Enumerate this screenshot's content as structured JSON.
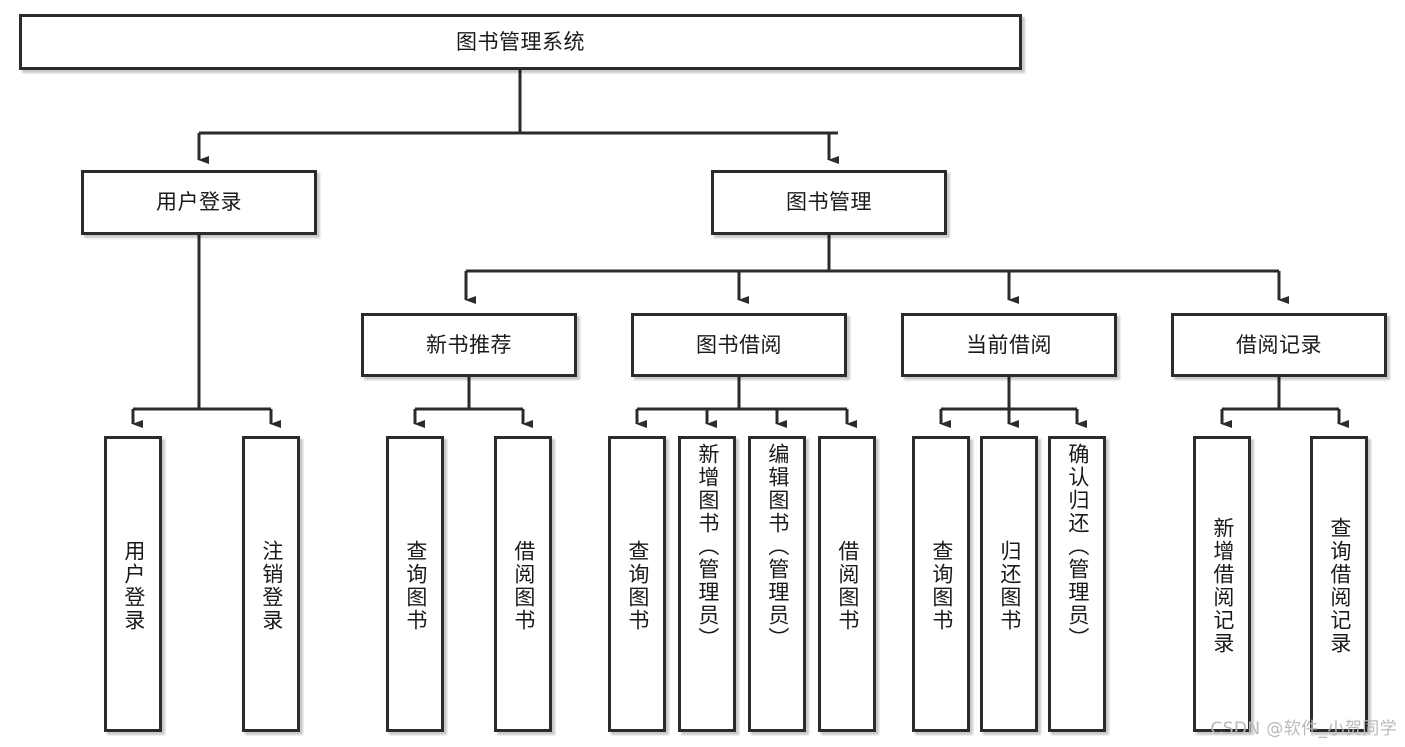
{
  "diagram": {
    "type": "tree-hierarchy",
    "title": "图书管理系统",
    "colors": {
      "box_stroke": "#2b2b2b",
      "box_fill": "#ffffff",
      "line": "#2b2b2b",
      "background": "#ffffff",
      "watermark": "#b9b9b9"
    },
    "root": {
      "label": "图书管理系统"
    },
    "level2": [
      {
        "id": "user-login",
        "label": "用户登录"
      },
      {
        "id": "book-manage",
        "label": "图书管理"
      }
    ],
    "level3": [
      {
        "id": "new-book-recommend",
        "label": "新书推荐"
      },
      {
        "id": "book-borrow",
        "label": "图书借阅"
      },
      {
        "id": "current-borrow",
        "label": "当前借阅"
      },
      {
        "id": "borrow-record",
        "label": "借阅记录"
      }
    ],
    "leaves": {
      "user-login": [
        {
          "id": "leaf-user-login",
          "label": "用户登录"
        },
        {
          "id": "leaf-user-logout",
          "label": "注销登录"
        }
      ],
      "new-book-recommend": [
        {
          "id": "leaf-query-book-1",
          "label": "查询图书"
        },
        {
          "id": "leaf-borrow-book-1",
          "label": "借阅图书"
        }
      ],
      "book-borrow": [
        {
          "id": "leaf-query-book-2",
          "label": "查询图书"
        },
        {
          "id": "leaf-add-book",
          "label": "新增图书（管理员）"
        },
        {
          "id": "leaf-edit-book",
          "label": "编辑图书（管理员）"
        },
        {
          "id": "leaf-borrow-book-2",
          "label": "借阅图书"
        }
      ],
      "current-borrow": [
        {
          "id": "leaf-query-book-3",
          "label": "查询图书"
        },
        {
          "id": "leaf-return-book",
          "label": "归还图书"
        },
        {
          "id": "leaf-confirm-return",
          "label": "确认归还（管理员）"
        }
      ],
      "borrow-record": [
        {
          "id": "leaf-add-record",
          "label": "新增借阅记录"
        },
        {
          "id": "leaf-query-record",
          "label": "查询借阅记录"
        }
      ]
    },
    "watermark": "CSDN @软件_小贺同学"
  }
}
